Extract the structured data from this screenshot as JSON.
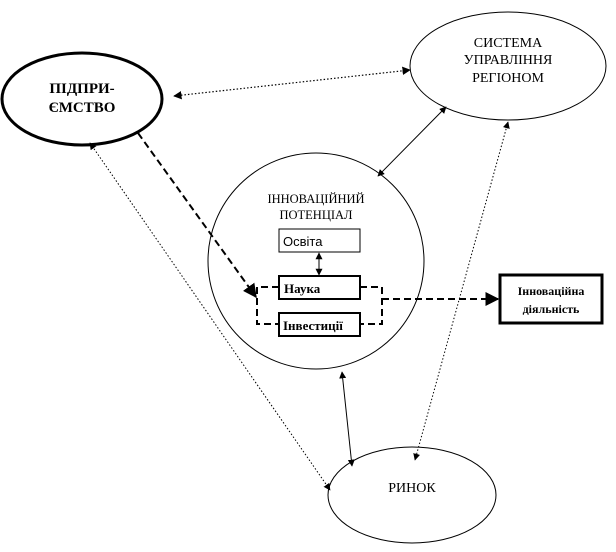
{
  "nodes": {
    "enterprise": {
      "line1": "ПІДПРИ-",
      "line2": "ЄМСТВО"
    },
    "management": {
      "line1": "СИСТЕМА",
      "line2": "УПРАВЛІННЯ",
      "line3": "РЕГІОНОМ"
    },
    "potential": {
      "line1": "ІННОВАЦІЙНИЙ",
      "line2": "ПОТЕНЦІАЛ"
    },
    "education": "Освіта",
    "science": "Наука",
    "investments": "Інвестиції",
    "innovation_activity": {
      "line1": "Інноваційна",
      "line2": "діяльність"
    },
    "market": "РИНОК"
  }
}
